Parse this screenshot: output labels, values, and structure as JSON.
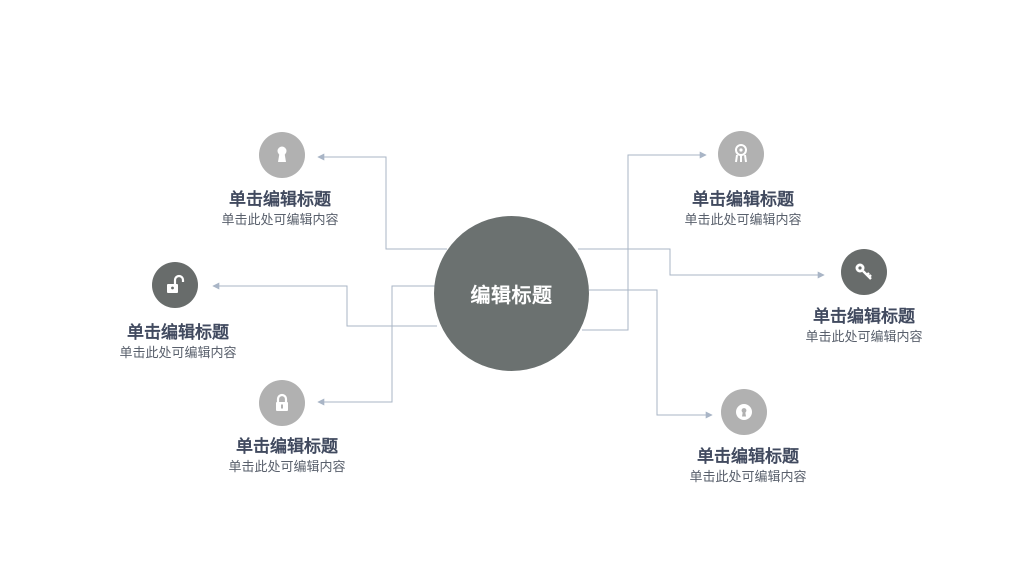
{
  "hub": {
    "title": "编辑标题"
  },
  "colors": {
    "hub": "#6b7170",
    "icon_light": "#b1b1b1",
    "icon_dark": "#686c6b",
    "connector": "#a9b5c6",
    "title_text": "#414a5f",
    "desc_text": "#59606c"
  },
  "nodes": [
    {
      "icon": "keyhole-icon",
      "title": "单击编辑标题",
      "desc": "单击此处可编辑内容"
    },
    {
      "icon": "unlocked-padlock-icon",
      "title": "单击编辑标题",
      "desc": "单击此处可编辑内容"
    },
    {
      "icon": "padlock-icon",
      "title": "单击编辑标题",
      "desc": "单击此处可编辑内容"
    },
    {
      "icon": "key-fob-icon",
      "title": "单击编辑标题",
      "desc": "单击此处可编辑内容"
    },
    {
      "icon": "key-icon",
      "title": "单击编辑标题",
      "desc": "单击此处可编辑内容"
    },
    {
      "icon": "keyhole-lock-icon",
      "title": "单击编辑标题",
      "desc": "单击此处可编辑内容"
    }
  ]
}
